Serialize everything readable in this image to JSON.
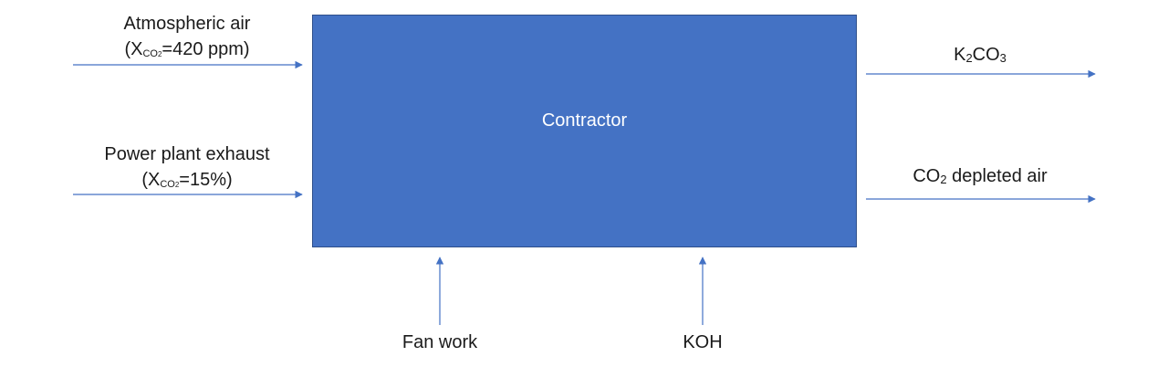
{
  "colors": {
    "box_fill": "#4472c4",
    "box_border": "#2f4f8a",
    "arrow": "#4472c4",
    "text": "#1a1a1a",
    "box_text": "#ffffff"
  },
  "process": {
    "label": "Contractor"
  },
  "inputs": {
    "atmospheric": {
      "name": "Atmospheric air",
      "open": "(X",
      "sub": "CO",
      "sub2": "2",
      "value": "=420 ppm)"
    },
    "exhaust": {
      "name": "Power plant exhaust",
      "open": "(X",
      "sub": "CO",
      "sub2": "2",
      "value": "=15%)"
    },
    "fan": {
      "name": "Fan work"
    },
    "koh": {
      "name": "KOH"
    }
  },
  "outputs": {
    "k2co3": {
      "a": "K",
      "b": "2",
      "c": "CO",
      "d": "3"
    },
    "depleted": {
      "a": "CO",
      "b": "2",
      "c": " depleted air"
    }
  }
}
